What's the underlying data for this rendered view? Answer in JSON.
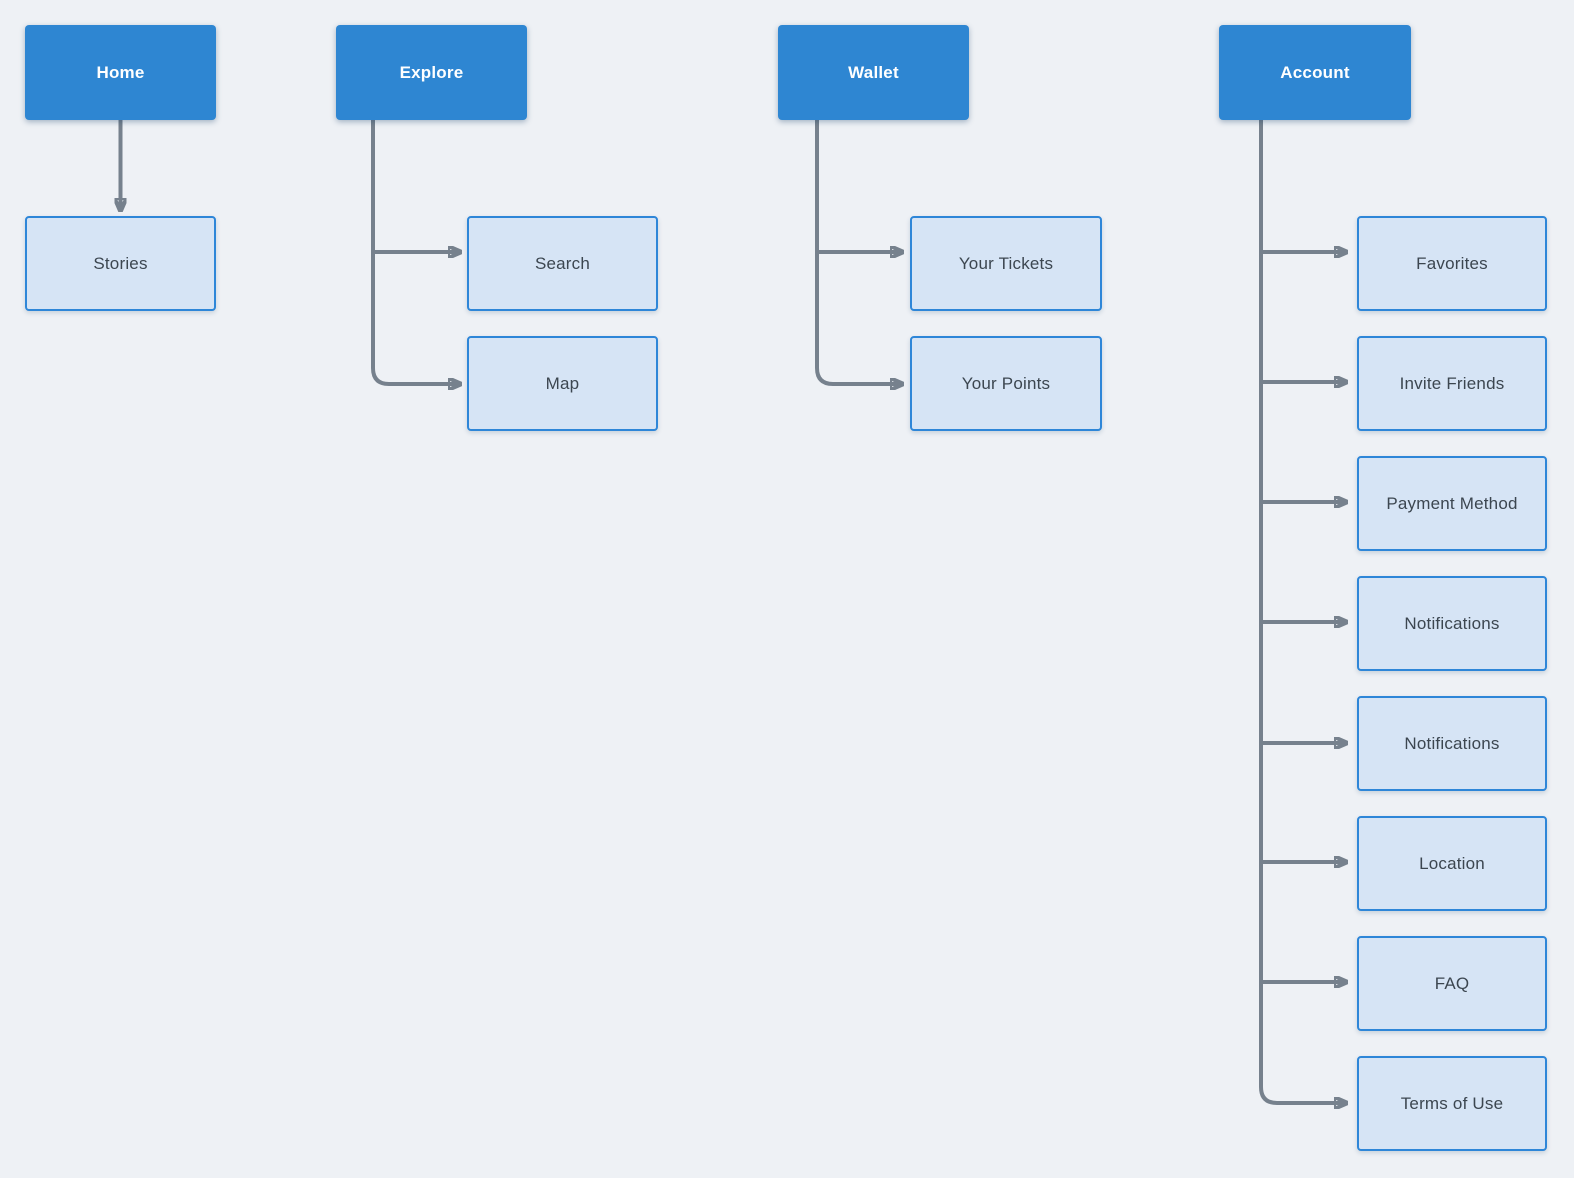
{
  "diagram": {
    "type": "sitemap-flowchart",
    "columns": [
      {
        "parent": "Home",
        "children": [
          "Stories"
        ]
      },
      {
        "parent": "Explore",
        "children": [
          "Search",
          "Map"
        ]
      },
      {
        "parent": "Wallet",
        "children": [
          "Your Tickets",
          "Your Points"
        ]
      },
      {
        "parent": "Account",
        "children": [
          "Favorites",
          "Invite Friends",
          "Payment Method",
          "Notifications",
          "Notifications",
          "Location",
          "FAQ",
          "Terms of Use"
        ]
      }
    ],
    "colors": {
      "background": "#eef1f5",
      "parent_fill": "#2e86d2",
      "parent_text": "#ffffff",
      "child_fill": "#d6e4f5",
      "child_border": "#2e86d8",
      "child_text": "#3c4650",
      "connector": "#76818d"
    }
  }
}
